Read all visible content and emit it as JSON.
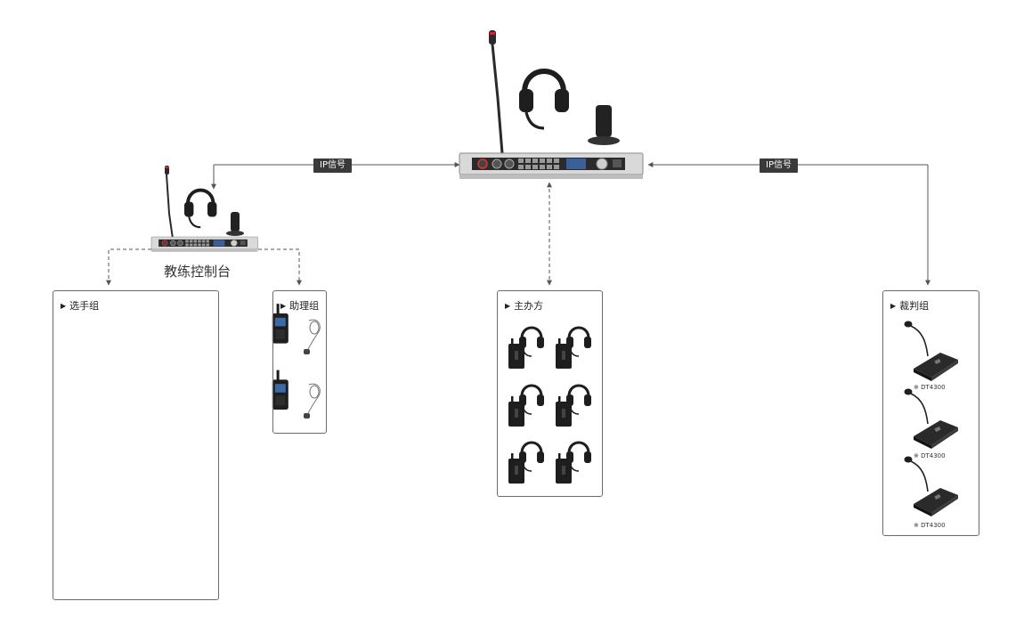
{
  "labels": {
    "ip_left": "IP信号",
    "ip_right": "IP信号",
    "coach_console": "教练控制台"
  },
  "groups": {
    "contestants": {
      "title": "选手组"
    },
    "assistants": {
      "title": "助理组"
    },
    "organizer": {
      "title": "主办方"
    },
    "referees": {
      "title": "裁判组",
      "device_labels": [
        "※ DT4300",
        "※ DT4300",
        "※ DT4300"
      ]
    }
  },
  "icons": {
    "main_console": "intercom-base-station-icon",
    "coach_console": "intercom-base-station-icon",
    "walkie_talkie": "walkie-talkie-icon",
    "headset": "headset-icon",
    "beltpack": "beltpack-icon",
    "computer": "computer-icon",
    "earpiece": "earpiece-icon",
    "gooseneck_mic": "gooseneck-microphone-icon",
    "conference_station": "conference-station-icon"
  },
  "colors": {
    "line": "#555555",
    "label_bg": "#3a3a3a",
    "device_dark": "#1e1e1e",
    "panel_silver": "#d8d8d8"
  }
}
